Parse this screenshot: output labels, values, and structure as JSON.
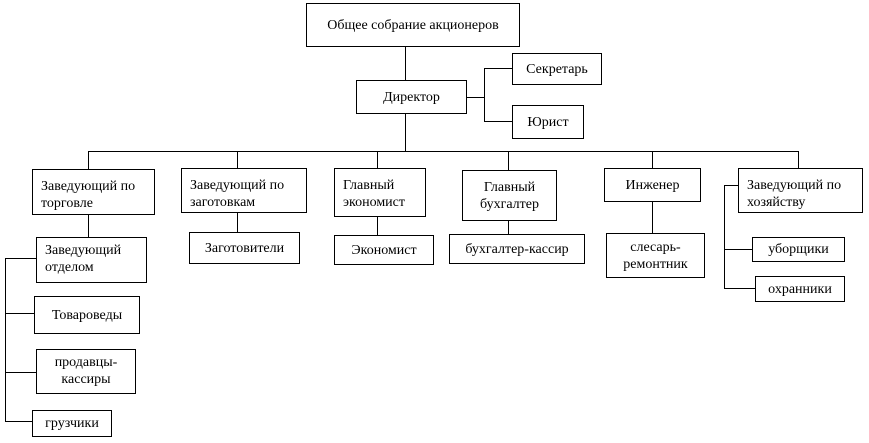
{
  "nodes": {
    "shareholders": "Общее собрание акционеров",
    "director": "Директор",
    "secretary": "Секретарь",
    "lawyer": "Юрист",
    "trade_head": "Заведующий по\nторговле",
    "procurement_head": "Заведующий по\nзаготовкам",
    "chief_economist": "Главный\nэкономист",
    "chief_accountant": "Главный\nбухгалтер",
    "engineer": "Инженер",
    "household_head": "Заведующий по\nхозяйству",
    "dept_head": "Заведующий\nотделом",
    "merchandisers": "Товароведы",
    "sellers_cashiers": "продавцы-\nкассиры",
    "loaders": "грузчики",
    "procurers": "Заготовители",
    "economist": "Экономист",
    "accountant_cashier": "бухгалтер-кассир",
    "mechanic": "слесарь-\nремонтник",
    "cleaners": "уборщики",
    "guards": "охранники"
  }
}
